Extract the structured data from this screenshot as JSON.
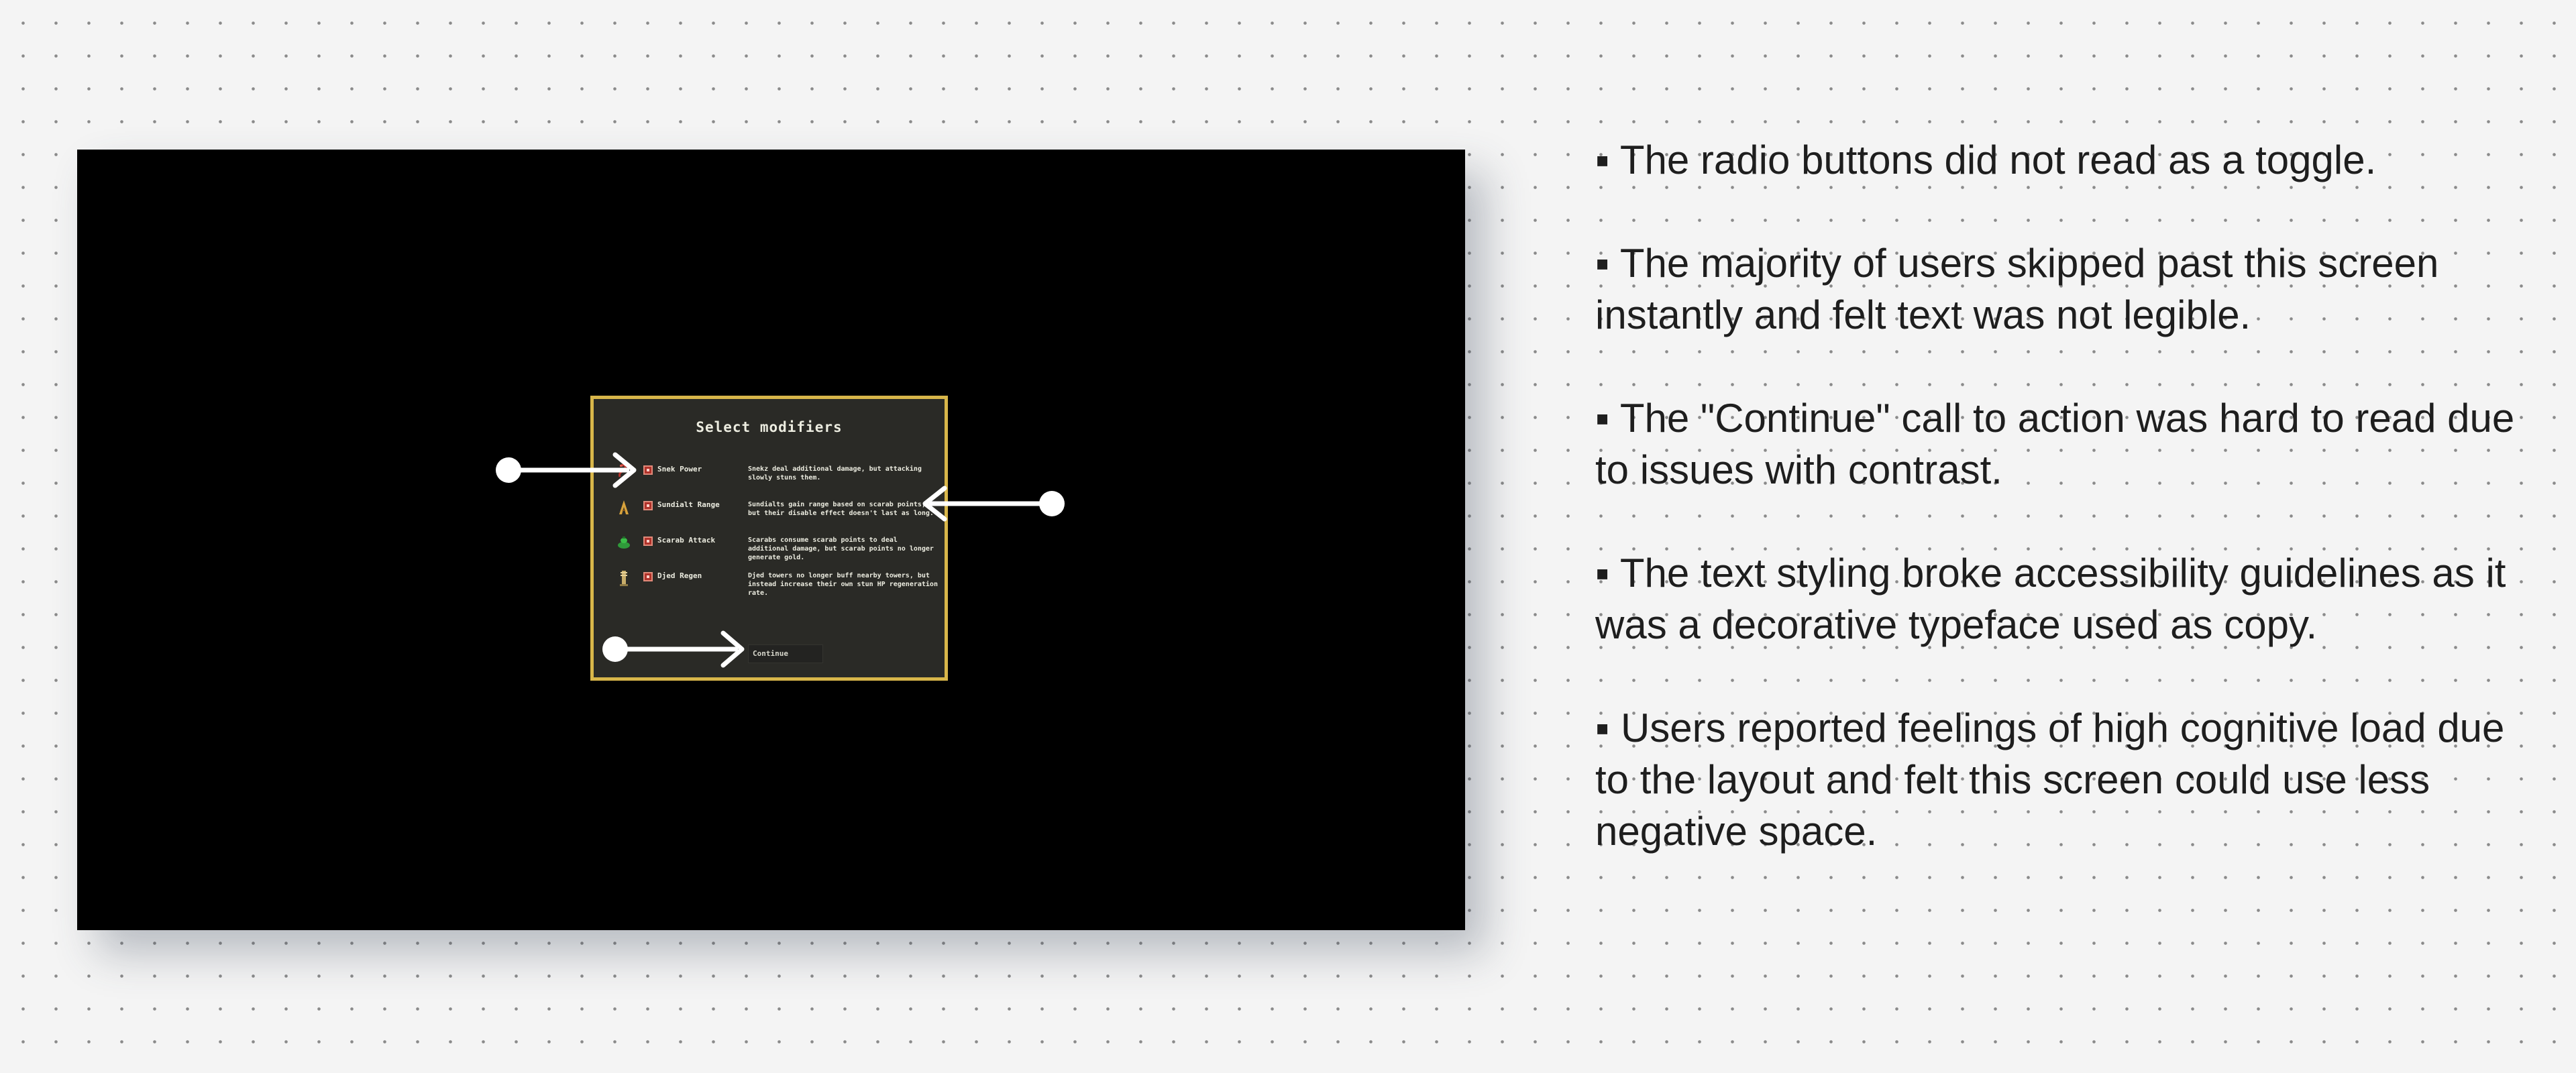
{
  "screenshot": {
    "dialog_title": "Select modifiers",
    "modifiers": [
      {
        "name": "Snek Power",
        "description": "Snekz deal additional damage, but attacking slowly stuns them.",
        "icon": "snake-icon",
        "icon_color": "#b9342c"
      },
      {
        "name": "Sundialt Range",
        "description": "Sundialts gain range based on scarab points, but their disable effect doesn't last as long.",
        "icon": "sundial-icon",
        "icon_color": "#d7a23c"
      },
      {
        "name": "Scarab Attack",
        "description": "Scarabs consume scarab points to deal additional damage, but scarab points no longer generate gold.",
        "icon": "scarab-icon",
        "icon_color": "#2f9a3a"
      },
      {
        "name": "Djed Regen",
        "description": "Djed towers no longer buff nearby towers, but instead increase their own stun HP regeneration rate.",
        "icon": "djed-pillar-icon",
        "icon_color": "#c8ad6a"
      }
    ],
    "continue_label": "Continue",
    "colors": {
      "background": "#000000",
      "dialog_background": "#2a2a26",
      "dialog_border": "#d8b64a",
      "annotation": "#ffffff"
    }
  },
  "findings": [
    "▪ The radio buttons did not read as a toggle.",
    "▪ The majority of users skipped past this screen instantly and felt text was not legible.",
    "▪ The \"Continue\" call to action was hard to read due to issues with contrast.",
    "▪ The text styling broke accessibility guidelines as it was a decorative typeface used as copy.",
    "▪ Users reported feelings of high cognitive load due to the layout and felt this screen could use less negative space."
  ]
}
